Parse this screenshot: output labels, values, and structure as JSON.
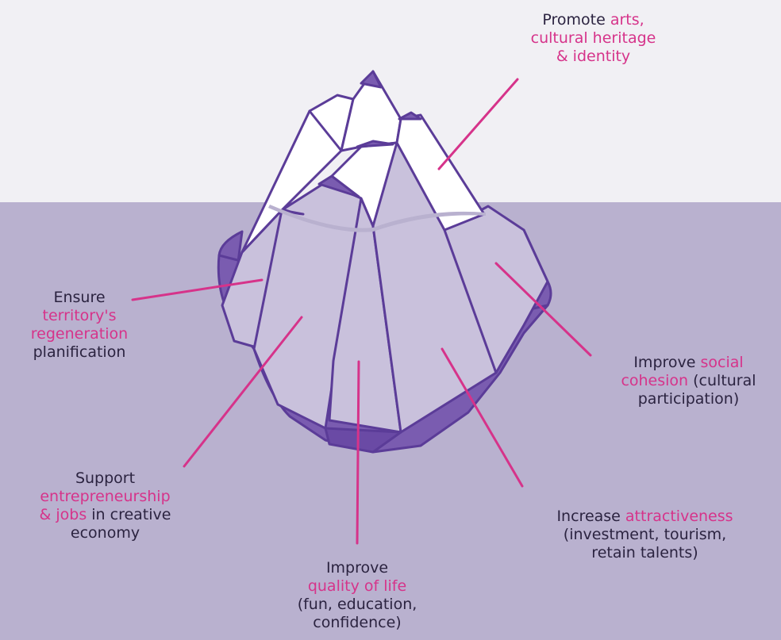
{
  "colors": {
    "sky": "#f1f0f4",
    "water": "#b9b1cf",
    "outline": "#5b3c98",
    "face_light": "#c9c1dc",
    "face_dark": "#7a5cb0",
    "accent": "#d6338a",
    "text": "#2b2340"
  },
  "labels": {
    "promote": {
      "l1a": "Promote ",
      "l1b": "arts,",
      "l2": "cultural heritage",
      "l3": "& identity"
    },
    "ensure": {
      "l1": "Ensure",
      "l2": "territory's",
      "l3": "regeneration",
      "l4": "planification"
    },
    "social": {
      "l1a": "Improve ",
      "l1b": "social",
      "l2a": "cohesion",
      "l2b": " (cultural",
      "l3": "participation)"
    },
    "support": {
      "l1": "Support",
      "l2": "entrepreneurship",
      "l3a": "& jobs",
      "l3b": " in creative",
      "l4": "economy"
    },
    "attract": {
      "l1a": "Increase ",
      "l1b": "attractiveness",
      "l2": "(investment, tourism,",
      "l3": "retain talents)"
    },
    "quality": {
      "l1": "Improve",
      "l2": "quality of life",
      "l3": "(fun, education,",
      "l4": "confidence)"
    }
  }
}
